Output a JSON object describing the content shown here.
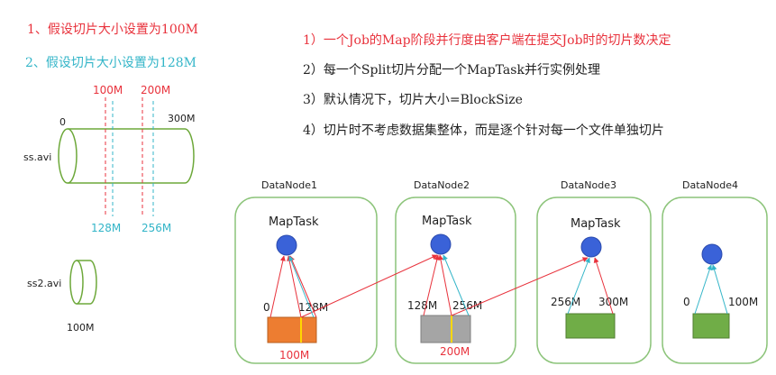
{
  "scenarios": {
    "s1": "1、假设切片大小设置为100M",
    "s2": "2、假设切片大小设置为128M"
  },
  "rules": [
    "1）一个Job的Map阶段并行度由客户端在提交Job时的切片数决定",
    "2）每一个Split切片分配一个MapTask并行实例处理",
    "3）默认情况下，切片大小=BlockSize",
    "4）切片时不考虑数据集整体，而是逐个针对每一个文件单独切片"
  ],
  "file1": {
    "name": "ss.avi",
    "top_marks": {
      "start": "0",
      "m100": "100M",
      "m200": "200M",
      "end": "300M"
    },
    "bottom_marks": {
      "m128": "128M",
      "m256": "256M"
    }
  },
  "file2": {
    "name": "ss2.avi",
    "size": "100M"
  },
  "nodes": [
    {
      "name": "DataNode1",
      "task": "MapTask",
      "left_label": "0",
      "right_label": "128M",
      "split_label": "100M",
      "block_color": "#ED7D31"
    },
    {
      "name": "DataNode2",
      "task": "MapTask",
      "left_label": "128M",
      "right_label": "256M",
      "split_label": "200M",
      "block_color": "#A5A5A5"
    },
    {
      "name": "DataNode3",
      "task": "MapTask",
      "left_label": "256M",
      "right_label": "300M",
      "split_label": "",
      "block_color": "#70AD47"
    },
    {
      "name": "DataNode4",
      "task": "",
      "left_label": "0",
      "right_label": "100M",
      "split_label": "",
      "block_color": "#70AD47"
    }
  ],
  "colors": {
    "red": "#E8323C",
    "teal": "#33B5C8",
    "node_border": "#8CC47A",
    "cylinder": "#6DA83A",
    "map_task": "#3A62D8",
    "split_line": "#FFD700",
    "text": "#222222",
    "gray_text": "#555555"
  }
}
